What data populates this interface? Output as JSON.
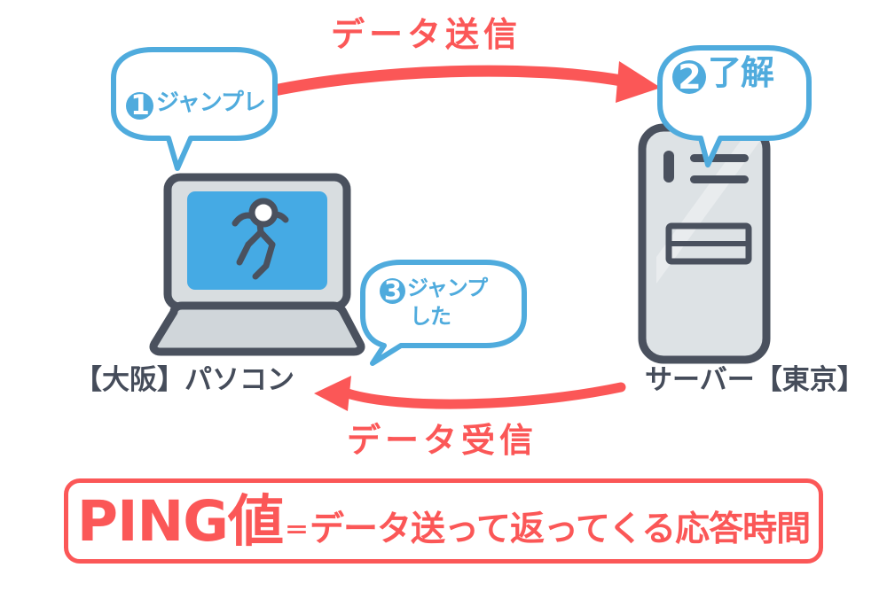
{
  "diagram": {
    "title_top_label": "データ送信",
    "title_bottom_label": "データ受信",
    "colors": {
      "red": "#fb5757",
      "blue": "#4fabdd",
      "screen_blue": "#45aae4",
      "dark_gray": "#4a515e",
      "body_gray": "#d8dde0"
    },
    "devices": {
      "left": {
        "caption": "【大阪】パソコン",
        "icon": "laptop-with-running-figure"
      },
      "right": {
        "caption": "サーバー【東京】",
        "icon": "server-tower"
      }
    },
    "bubbles": [
      {
        "number": "❶",
        "text": "ジャンプレ",
        "target": "laptop"
      },
      {
        "number": "❷",
        "text": "了解",
        "target": "server"
      },
      {
        "number": "❸",
        "line1": "ジャンプ",
        "line2": "した",
        "target": "laptop"
      }
    ],
    "arrows": [
      {
        "name": "send-arrow",
        "direction": "left-to-right",
        "label": "データ送信"
      },
      {
        "name": "receive-arrow",
        "direction": "right-to-left",
        "label": "データ受信"
      }
    ],
    "banner": {
      "main": "PING値",
      "equals": "＝",
      "sub": "データ送って返ってくる応答時間"
    }
  }
}
